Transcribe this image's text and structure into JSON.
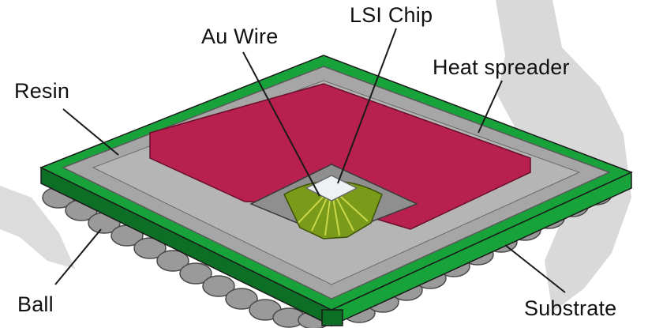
{
  "labels": {
    "lsi_chip": "LSI Chip",
    "au_wire": "Au Wire",
    "heat_spreader": "Heat spreader",
    "resin": "Resin",
    "ball": "Ball",
    "substrate": "Substrate"
  },
  "colors": {
    "background": "#ffffff",
    "backdrop_silhouette": "#d9d9d9",
    "substrate_green": "#17a33a",
    "substrate_dark_green": "#0d6f26",
    "resin_gray": "#a6a6a6",
    "heat_spreader_crimson": "#b8204f",
    "chip_white": "#eef2f4",
    "wire_fan_olive": "#7a9a1a",
    "ball_gray": "#9a9a9a",
    "outline": "#1a1a1a",
    "label_text": "#111111"
  },
  "icons": {
    "package": "bga-package-illustration"
  }
}
